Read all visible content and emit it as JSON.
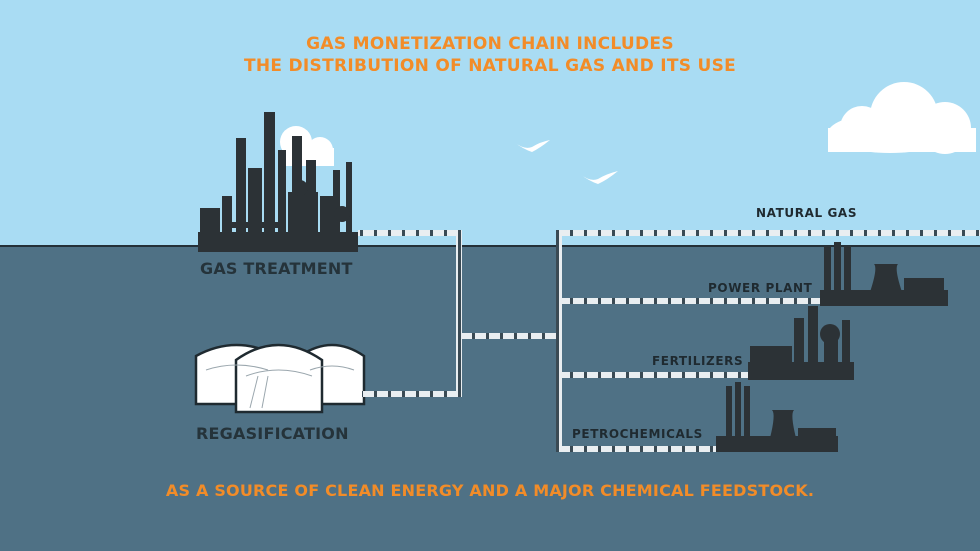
{
  "header": {
    "line1": "GAS MONETIZATION CHAIN INCLUDES",
    "line2": "THE DISTRIBUTION OF NATURAL GAS AND ITS USE"
  },
  "facilities": {
    "gas_treatment": "GAS TREATMENT",
    "regasification": "REGASIFICATION"
  },
  "pipeline": {
    "main_label": "NATURAL GAS",
    "uses": [
      "POWER PLANT",
      "FERTILIZERS",
      "PETROCHEMICALS"
    ]
  },
  "footer": {
    "text": "AS A SOURCE OF CLEAN ENERGY AND A MAJOR CHEMICAL FEEDSTOCK."
  },
  "colors": {
    "sky": "#a9dcf3",
    "ground": "#4f7185",
    "headline": "#f28c28",
    "silhouette": "#2c3236",
    "pipe": "#e9eef1"
  },
  "icons": [
    "refinery-icon",
    "storage-tanks-icon",
    "power-plant-icon",
    "fertilizer-plant-icon",
    "petrochemical-plant-icon",
    "cloud-icon",
    "bird-icon"
  ]
}
